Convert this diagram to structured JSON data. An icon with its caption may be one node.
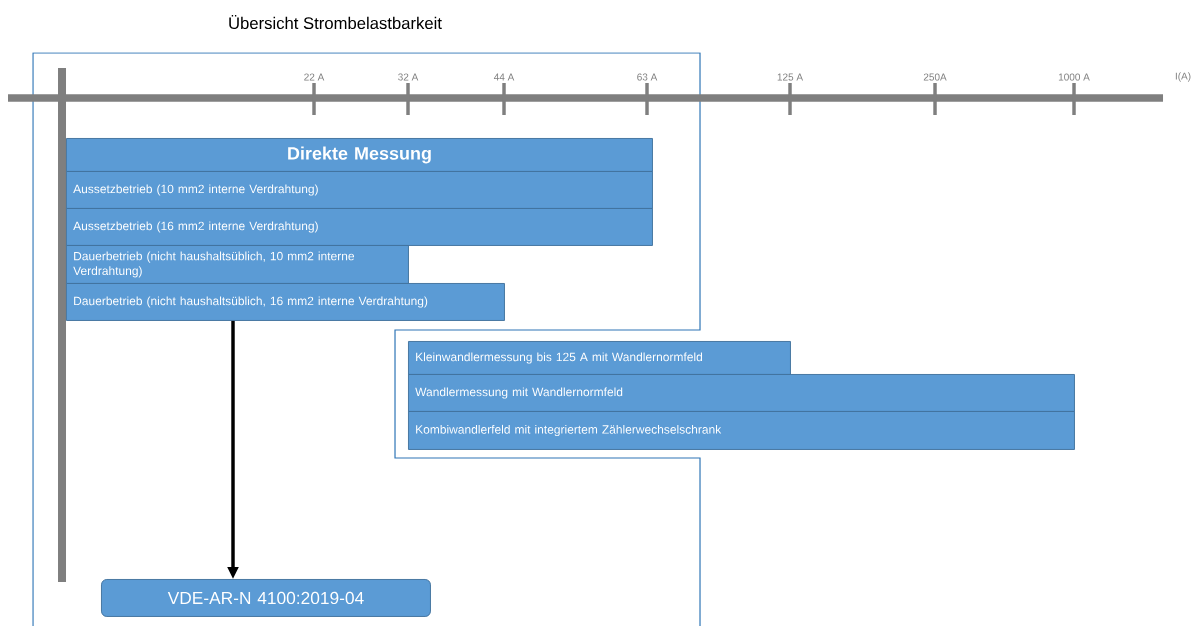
{
  "diagram": {
    "title": "Übersicht Strombelastbarkeit",
    "nodes": [
      {
        "text": [
          "Direkte Messung"
        ]
      },
      {
        "text": [
          "Aussetzbetrieb (10 mm2 interne Verdrahtung)"
        ]
      },
      {
        "text": [
          "Aussetzbetrieb (16 mm2 interne Verdrahtung)"
        ]
      },
      {
        "text": [
          "Dauerbetrieb (nicht haushaltsüblich, 10 mm2 interne Verdrahtung)"
        ]
      },
      {
        "text": [
          "Dauerbetrieb (nicht haushaltsüblich, 16 mm2 interne Verdrahtung)"
        ]
      },
      {
        "text": [
          "Kleinwandlermessung bis 125 A mit Wandlernormfeld"
        ]
      },
      {
        "text": [
          "Wandlermessung mit Wandlernormfeld"
        ]
      },
      {
        "text": [
          "Kombiwandlerfeld mit integriertem Zählerwechselschrank"
        ]
      },
      {
        "text": [
          "VDE-AR-N 4100:2019-04"
        ]
      }
    ],
    "edges": [
      {
        "from": 4,
        "to": 8,
        "arrow": "to"
      }
    ],
    "labels": [
      "22 A",
      "32 A",
      "44 A",
      "63 A",
      "125 A",
      "250A",
      "1000 A",
      "I(A)"
    ]
  }
}
